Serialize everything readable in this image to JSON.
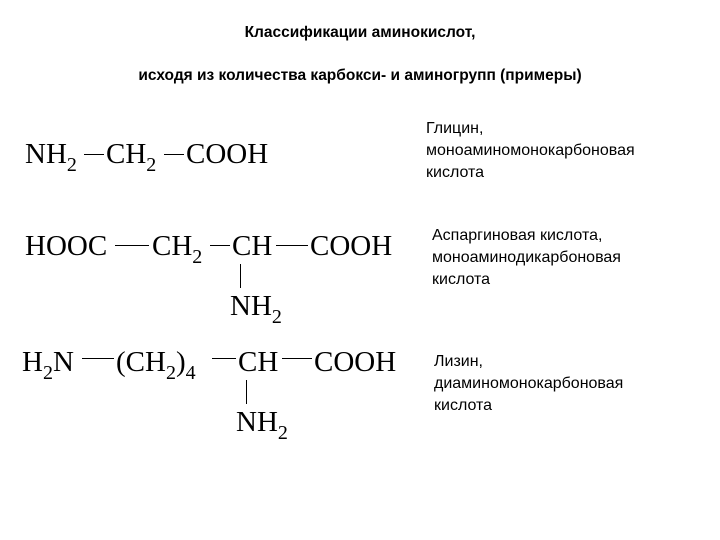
{
  "heading": {
    "line1": "Классификации аминокислот,",
    "line2": "исходя из количества карбокси- и аминогрупп (примеры)"
  },
  "glycine": {
    "formula": {
      "g1": "NH",
      "g1_sub": "2",
      "g2": "CH",
      "g2_sub": "2",
      "g3": "COOH"
    },
    "description": [
      "Глицин,",
      "моноаминомонокарбоновая",
      "кислота"
    ]
  },
  "aspartic": {
    "formula": {
      "g0": "HOOC",
      "g1": "CH",
      "g1_sub": "2",
      "g2": "CH",
      "g3": "COOH",
      "side": "NH",
      "side_sub": "2"
    },
    "description": [
      "Аспаргиновая кислота,",
      "моноаминодикарбоновая",
      "кислота"
    ]
  },
  "lysine": {
    "formula": {
      "g0": "H",
      "g0_sub": "2",
      "g0b": "N",
      "g1": "(CH",
      "g1_sub": "2",
      "g1b": ")",
      "g1_sub2": "4",
      "g2": "CH",
      "g3": "COOH",
      "side": "NH",
      "side_sub": "2"
    },
    "description": [
      "Лизин,",
      "диаминомонокарбоновая",
      "кислота"
    ]
  }
}
